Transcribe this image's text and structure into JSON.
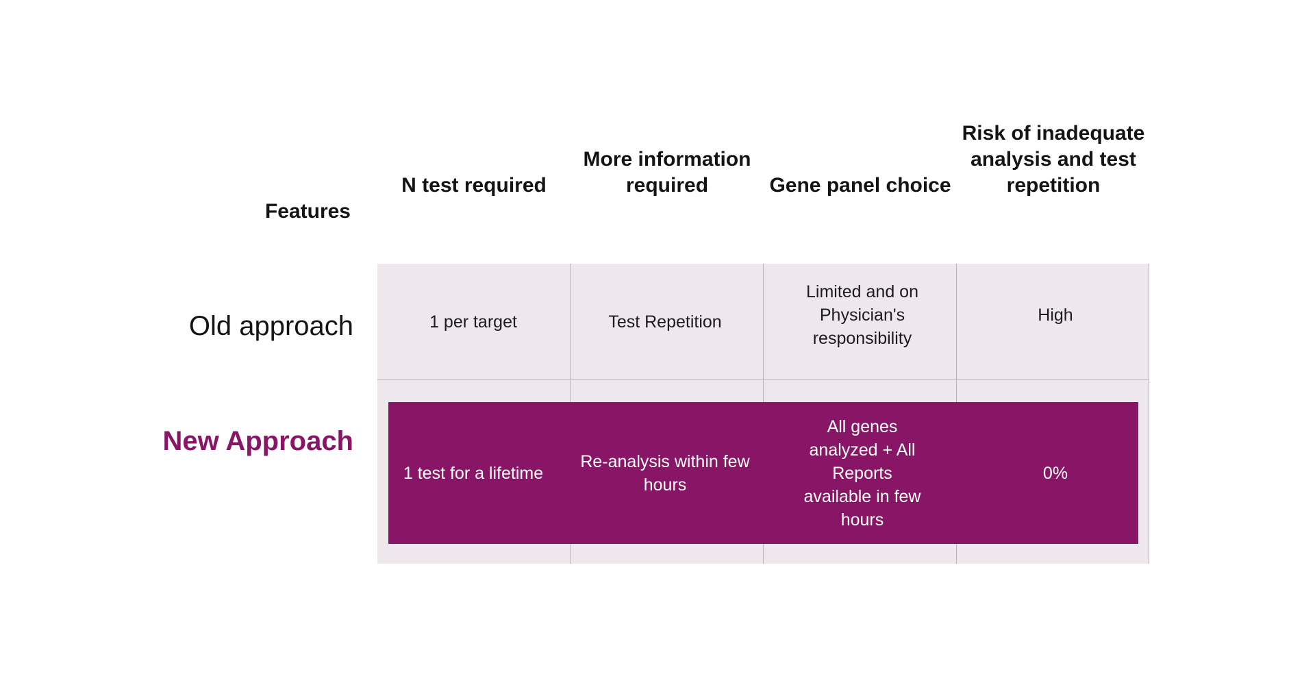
{
  "table": {
    "corner_label": "Features",
    "columns": [
      "N test required",
      "More information required",
      "Gene panel choice",
      "Risk of inadequate analysis and test repetition"
    ],
    "rows": [
      {
        "label": "Old approach",
        "cells": [
          "1 per target",
          "Test Repetition",
          "Limited and on Physician's responsibility",
          "High"
        ]
      },
      {
        "label": "New Approach",
        "cells": [
          "1 test for a lifetime",
          "Re-analysis within few hours",
          "All genes analyzed + All Reports available in few hours",
          "0%"
        ]
      }
    ]
  },
  "colors": {
    "accent": "#891566",
    "table_background": "#eee8ed",
    "grid_line": "#b9b3b8",
    "text": "#141414",
    "highlight_text": "#ffffff"
  }
}
